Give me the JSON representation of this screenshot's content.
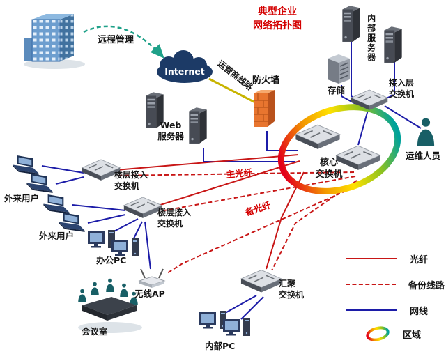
{
  "title": {
    "text": "典型企业\n网络拓扑图",
    "color": "#d40000"
  },
  "nodes": {
    "building": {
      "label": "远程管理"
    },
    "internet": {
      "label": "Internet"
    },
    "carrier": {
      "label": "运营商线路"
    },
    "firewall": {
      "label": "防火墙"
    },
    "web_server": {
      "label": "Web\n服务器"
    },
    "internal_server": {
      "label": "内部服务器"
    },
    "storage": {
      "label": "存储"
    },
    "access_switch": {
      "label": "接入层\n交换机"
    },
    "ops": {
      "label": "运维人员"
    },
    "core_switch": {
      "label": "核心\n交换机"
    },
    "floor_switch_1": {
      "label": "楼层接入\n交换机"
    },
    "floor_switch_2": {
      "label": "楼层接入\n交换机"
    },
    "external_users_1": {
      "label": "外来用户"
    },
    "external_users_2": {
      "label": "外来用户"
    },
    "office_pc": {
      "label": "办公PC"
    },
    "wireless_ap": {
      "label": "无线AP"
    },
    "meeting_room": {
      "label": "会议室"
    },
    "aggregation_switch": {
      "label": "汇聚\n交换机"
    },
    "internal_pc": {
      "label": "内部PC"
    }
  },
  "link_labels": {
    "main_fiber": "主光纤",
    "backup_fiber": "备光纤"
  },
  "legend": {
    "items": [
      {
        "label": "光纤",
        "style": "solid-red"
      },
      {
        "label": "备份线路",
        "style": "dashed-red"
      },
      {
        "label": "网线",
        "style": "solid-blue"
      },
      {
        "label": "区域",
        "style": "ring"
      }
    ]
  },
  "colors": {
    "fiber": "#c81616",
    "backup_line": "#c81616",
    "network_cable": "#1c1ca8",
    "carrier_line": "#c8b400",
    "remote_arrow": "#1fa189",
    "title": "#d40000"
  }
}
